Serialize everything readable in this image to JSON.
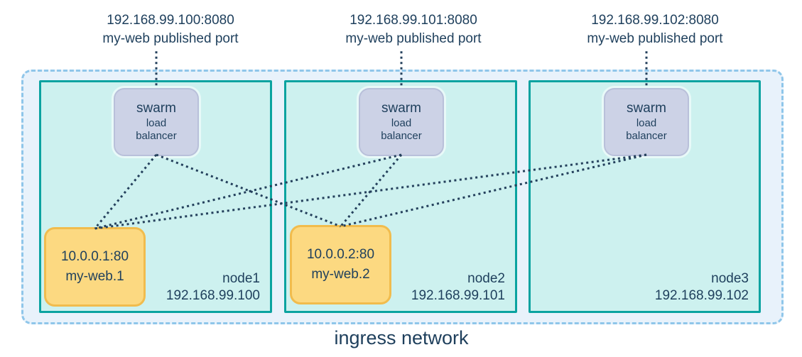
{
  "diagram_title": "ingress network",
  "published_ports": [
    {
      "address": "192.168.99.100:8080",
      "caption": "my-web published port"
    },
    {
      "address": "192.168.99.101:8080",
      "caption": "my-web published port"
    },
    {
      "address": "192.168.99.102:8080",
      "caption": "my-web published port"
    }
  ],
  "nodes": [
    {
      "name": "node1",
      "ip": "192.168.99.100",
      "load_balancer_lines": [
        "swarm",
        "load",
        "balancer"
      ],
      "task": {
        "address": "10.0.0.1:80",
        "name": "my-web.1"
      }
    },
    {
      "name": "node2",
      "ip": "192.168.99.101",
      "load_balancer_lines": [
        "swarm",
        "load",
        "balancer"
      ],
      "task": {
        "address": "10.0.0.2:80",
        "name": "my-web.2"
      }
    },
    {
      "name": "node3",
      "ip": "192.168.99.102",
      "load_balancer_lines": [
        "swarm",
        "load",
        "balancer"
      ],
      "task": null
    }
  ],
  "connections": [
    {
      "from": "node1-load-balancer",
      "to": "task-my-web-1"
    },
    {
      "from": "node1-load-balancer",
      "to": "task-my-web-2"
    },
    {
      "from": "node2-load-balancer",
      "to": "task-my-web-1"
    },
    {
      "from": "node2-load-balancer",
      "to": "task-my-web-2"
    },
    {
      "from": "node3-load-balancer",
      "to": "task-my-web-1"
    },
    {
      "from": "node3-load-balancer",
      "to": "task-my-web-2"
    }
  ],
  "port_links": [
    {
      "from": "published-port-0",
      "to": "node1-load-balancer"
    },
    {
      "from": "published-port-1",
      "to": "node2-load-balancer"
    },
    {
      "from": "published-port-2",
      "to": "node3-load-balancer"
    }
  ],
  "colors": {
    "text": "#1e3f5c",
    "connector": "#24405c",
    "node_border": "#0ba3a0",
    "node_fill": "#cdf1ef",
    "ingress_fill": "#e8f2fb",
    "ingress_border": "#8fc6ea",
    "lb_fill": "#ccd2e6",
    "lb_border": "#b9c0da",
    "task_fill": "#fcd981",
    "task_border": "#f1bc4d"
  }
}
